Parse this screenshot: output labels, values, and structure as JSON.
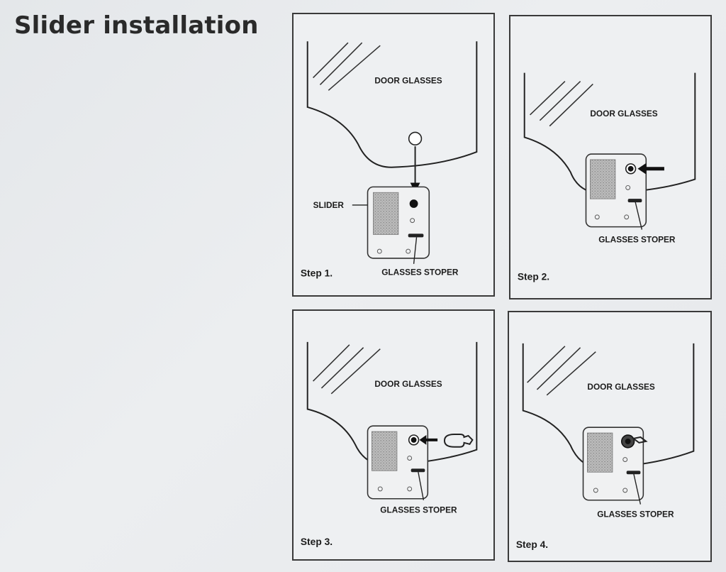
{
  "title": "Slider installation",
  "labels": {
    "door_glasses": "DOOR GLASSES",
    "slider": "SLIDER",
    "glasses_stoper": "GLASSES STOPER"
  },
  "steps": [
    {
      "label": "Step 1."
    },
    {
      "label": "Step 2."
    },
    {
      "label": "Step 3."
    },
    {
      "label": "Step 4."
    }
  ]
}
